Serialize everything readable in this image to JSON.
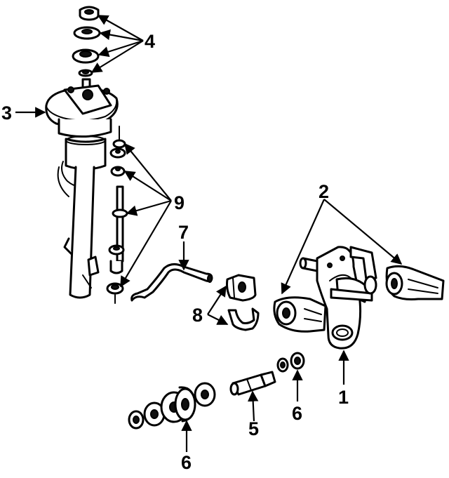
{
  "callouts": {
    "c1": "1",
    "c2": "2",
    "c3": "3",
    "c4": "4",
    "c5": "5",
    "c6a": "6",
    "c6b": "6",
    "c7": "7",
    "c8": "8",
    "c9": "9"
  },
  "colors": {
    "ink": "#000000",
    "paper": "#ffffff"
  }
}
